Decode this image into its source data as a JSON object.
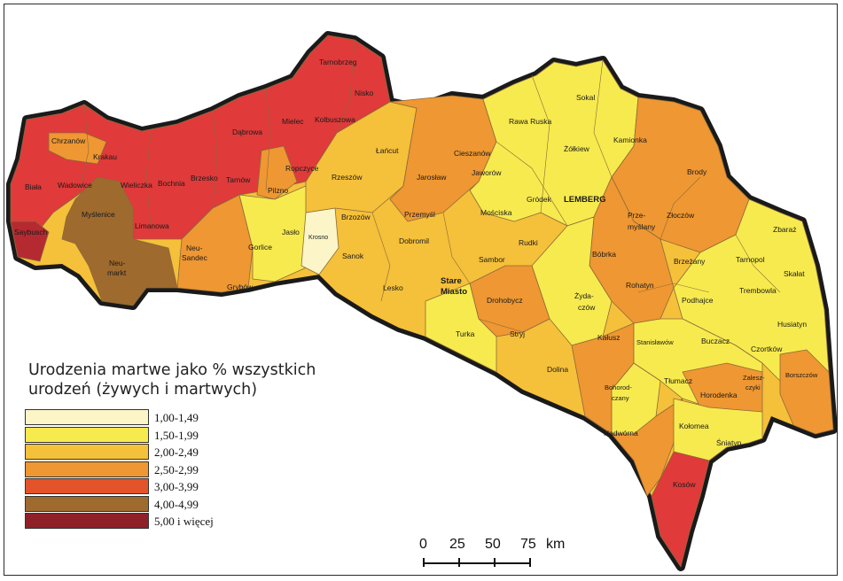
{
  "legend": {
    "title_line1": "Urodzenia martwe jako % wszystkich",
    "title_line2": "urodzeń (żywych i martwych)",
    "classes": [
      {
        "label": "1,00-1,49",
        "color": "#fbf5c8"
      },
      {
        "label": "1,50-1,99",
        "color": "#f7ea4e"
      },
      {
        "label": "2,00-2,49",
        "color": "#f5c03a"
      },
      {
        "label": "2,50-2,99",
        "color": "#ef9732"
      },
      {
        "label": "3,00-3,99",
        "color": "#e4542a"
      },
      {
        "label": "4,00-4,99",
        "color": "#9e6a2e"
      },
      {
        "label": "5,00 i więcej",
        "color": "#8f2028"
      }
    ]
  },
  "scale": {
    "ticks": [
      "0",
      "25",
      "50",
      "75"
    ],
    "unit": "km"
  },
  "district_labels": [
    "Tarnobrzeg",
    "Nisko",
    "Kolbuszowa",
    "Mielec",
    "Dąbrowa",
    "Chrzanów",
    "Krakau",
    "Bochnia",
    "Brzesko",
    "Tarnów",
    "Ropczyce",
    "Pilzno",
    "Biała",
    "Wadowice",
    "Wieliczka",
    "Myślenice",
    "Limanowa",
    "Saybusch",
    "Neu-",
    "markt",
    "Neu-",
    "Sandec",
    "Grybów",
    "Gorlice",
    "Jasło",
    "Krosno",
    "Łańcut",
    "Rzeszów",
    "Brzozów",
    "Sanok",
    "Lesko",
    "Dobromil",
    "Przemyśl",
    "Jarosław",
    "Cieszanów",
    "Jaworów",
    "Mościska",
    "Rawa Ruska",
    "Sokal",
    "Żółkiew",
    "Kamionka",
    "Gródek",
    "LEMBERG",
    "Prze-",
    "myślany",
    "Złoczów",
    "Brody",
    "Rudki",
    "Sambor",
    "Stare",
    "Miasto",
    "Turka",
    "Drohobycz",
    "Stryj",
    "Dolina",
    "Żyda-",
    "czów",
    "Bóbrka",
    "Rohatyn",
    "Brzeżany",
    "Podhajce",
    "Tarnopol",
    "Zbaraż",
    "Skałat",
    "Trembowla",
    "Husiatyn",
    "Kałusz",
    "Stanisławów",
    "Buczacz",
    "Czortków",
    "Tłumacz",
    "Zalesz-",
    "czyki",
    "Borszczów",
    "Horodenka",
    "Bohorod-",
    "czany",
    "Nadwórna",
    "Kołomea",
    "Śniatyn",
    "Kosów"
  ]
}
